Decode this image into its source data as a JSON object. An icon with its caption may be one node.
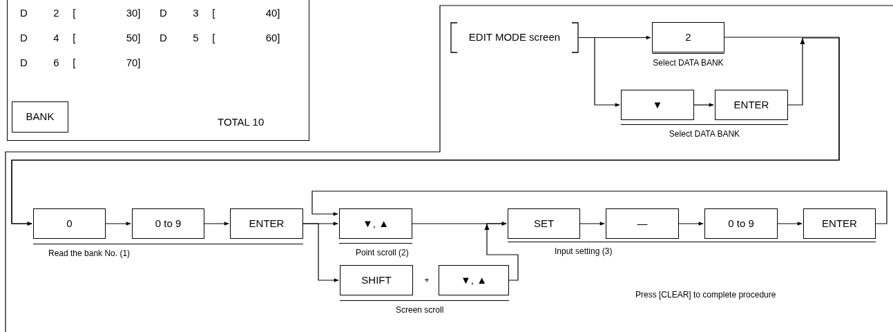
{
  "diagram": {
    "nodes": [
      {
        "text": [
          "D 2 [ 30]",
          "D 3 [ 40]",
          "D 4 [ 50]",
          "D 5 [ 60]",
          "D 6 [ 70]",
          "TOTAL 10"
        ]
      },
      {
        "text": [
          "BANK"
        ],
        "in": 0
      },
      {
        "text": [
          "EDIT MODE screen"
        ]
      },
      {
        "text": [
          "2"
        ]
      },
      {
        "text": [
          "▼"
        ]
      },
      {
        "text": [
          "ENTER"
        ]
      },
      {
        "text": [
          "0"
        ]
      },
      {
        "text": [
          "0 to 9"
        ]
      },
      {
        "text": [
          "ENTER"
        ]
      },
      {
        "text": [
          "▼, ▲"
        ]
      },
      {
        "text": [
          "SHIFT"
        ]
      },
      {
        "text": [
          "▼, ▲"
        ]
      },
      {
        "text": [
          "SET"
        ]
      },
      {
        "text": [
          "—"
        ]
      },
      {
        "text": [
          "0 to 9"
        ]
      },
      {
        "text": [
          "ENTER"
        ]
      }
    ],
    "edges": [
      {
        "from": 2,
        "to": 3,
        "arrow": "to"
      },
      {
        "from": 2,
        "to": 4,
        "arrow": "to"
      },
      {
        "from": 4,
        "to": 5,
        "arrow": "to"
      },
      {
        "from": 3,
        "to": 6,
        "arrow": "to"
      },
      {
        "from": 5,
        "to": 6,
        "arrow": "to"
      },
      {
        "from": 6,
        "to": 7,
        "arrow": "to"
      },
      {
        "from": 7,
        "to": 8,
        "arrow": "to"
      },
      {
        "from": 8,
        "to": 9,
        "arrow": "to"
      },
      {
        "from": 8,
        "to": 10,
        "arrow": "to"
      },
      {
        "from": 9,
        "to": 12,
        "arrow": "to"
      },
      {
        "from": 11,
        "to": 12,
        "arrow": "to"
      },
      {
        "from": 12,
        "to": 13,
        "arrow": "to"
      },
      {
        "from": 13,
        "to": 14,
        "arrow": "to"
      },
      {
        "from": 14,
        "to": 15,
        "arrow": "to"
      },
      {
        "from": 15,
        "to": 9,
        "arrow": "to"
      }
    ],
    "labels": [
      "Select DATA BANK",
      "Select DATA BANK",
      "Read the bank No. (1)",
      "Point scroll (2)",
      "Screen scroll",
      "+",
      "Input setting (3)",
      "Press [CLEAR] to complete procedure"
    ]
  }
}
